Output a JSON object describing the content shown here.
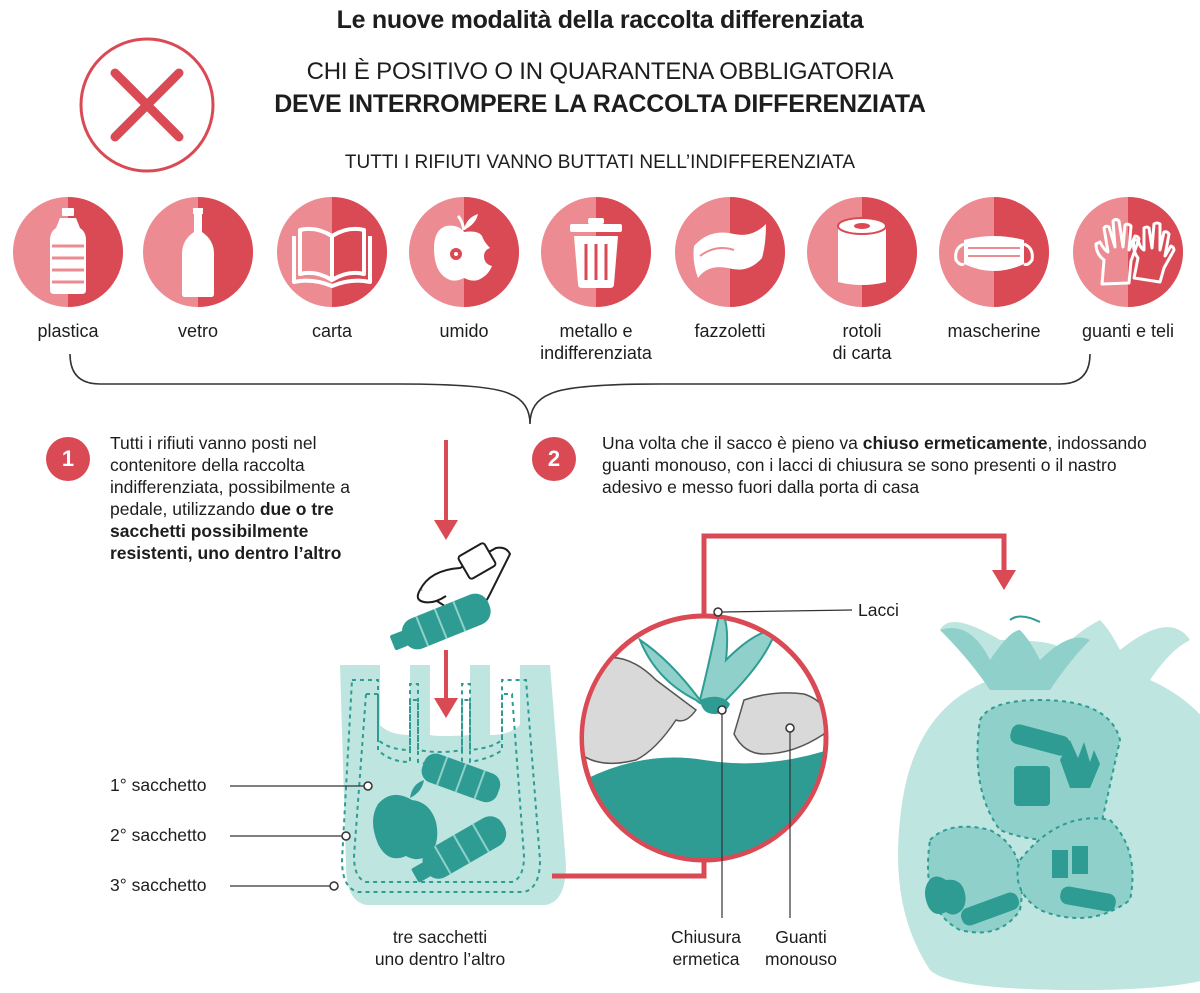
{
  "title": "Le nuove modalità della raccolta differenziata",
  "header": {
    "line1": "CHI È POSITIVO O IN QUARANTENA OBBLIGATORIA",
    "line2": "DEVE INTERROMPERE LA RACCOLTA DIFFERENZIATA"
  },
  "subtitle": "TUTTI I RIFIUTI VANNO BUTTATI NELL’INDIFFERENZIATA",
  "categories": [
    {
      "label": "plastica",
      "icon": "plastic-bottle-icon"
    },
    {
      "label": "vetro",
      "icon": "glass-bottle-icon"
    },
    {
      "label": "carta",
      "icon": "book-icon"
    },
    {
      "label": "umido",
      "icon": "apple-icon"
    },
    {
      "label": "metallo e\nindifferenziata",
      "icon": "trash-bin-icon"
    },
    {
      "label": "fazzoletti",
      "icon": "tissue-icon"
    },
    {
      "label": "rotoli\ndi carta",
      "icon": "paper-roll-icon"
    },
    {
      "label": "mascherine",
      "icon": "mask-icon"
    },
    {
      "label": "guanti e teli",
      "icon": "gloves-icon"
    }
  ],
  "step1": {
    "number": "1",
    "text_a": "Tutti i rifiuti vanno posti nel contenitore della raccolta indifferenziata, possibilmente a pedale, utilizzando ",
    "text_b": "due o tre sacchetti possibilmente resistenti, uno dentro l’altro"
  },
  "step2": {
    "number": "2",
    "text_a": "Una volta che il sacco è pieno va ",
    "text_b": "chiuso ermeticamente",
    "text_c": ", indossando guanti monouso, con i lacci di chiusura se sono presenti o il nastro adesivo e messo fuori dalla porta di casa"
  },
  "bag_labels": [
    "1° sacchetto",
    "2° sacchetto",
    "3° sacchetto"
  ],
  "bag_caption": "tre sacchetti\nuno dentro l’altro",
  "closure_labels": {
    "lacci": "Lacci",
    "chiusura": "Chiusura\nermetica",
    "guanti": "Guanti\nmonouso"
  },
  "colors": {
    "red": "#d94a55",
    "red_light": "#ec8b92",
    "teal": "#2e9c93",
    "teal_light": "#8fd1ca",
    "teal_pale": "#bfe5e0"
  }
}
